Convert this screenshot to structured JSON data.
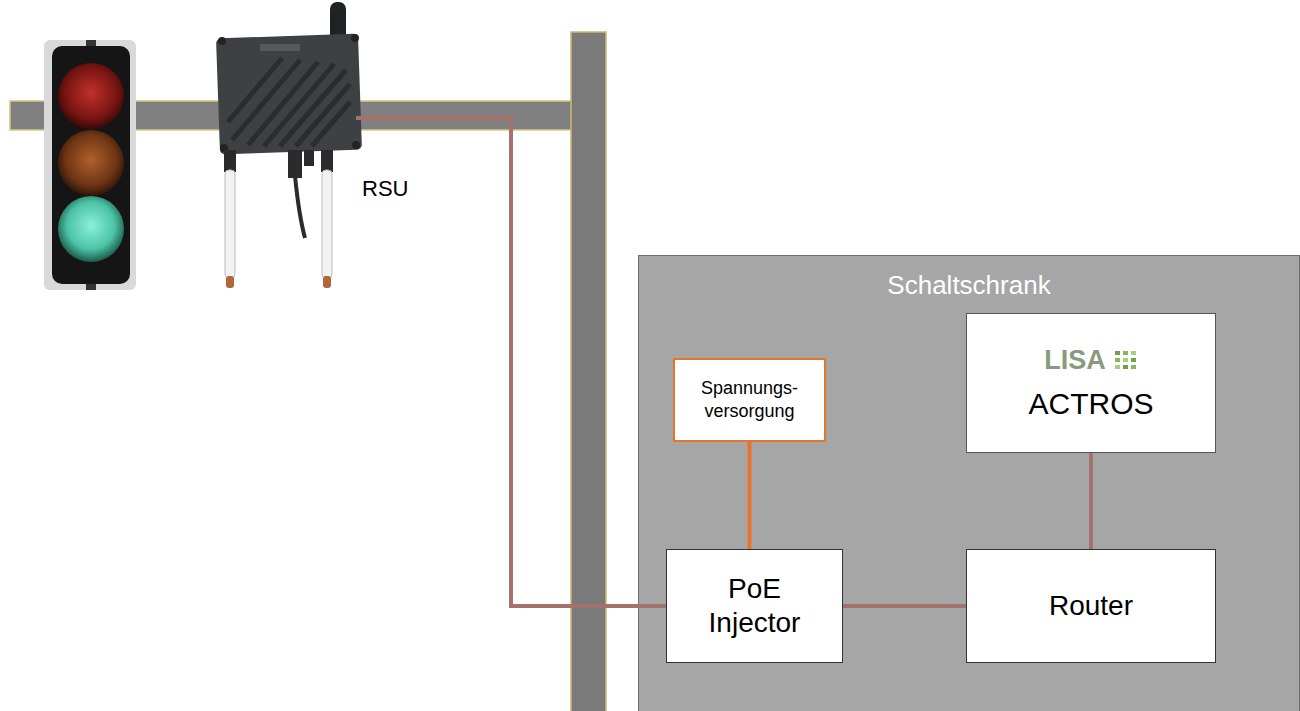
{
  "diagram": {
    "nodes": [
      {
        "text": [
          "Schaltschrank"
        ]
      },
      {
        "text": [
          "Spannungs- versorgung"
        ],
        "in": 0
      },
      {
        "text": [
          "LISA",
          "ACTROS"
        ],
        "in": 0
      },
      {
        "text": [
          "PoE Injector"
        ],
        "in": 0
      },
      {
        "text": [
          "Router"
        ],
        "in": 0
      }
    ],
    "edges": [
      {
        "from": 1,
        "to": 3,
        "arrow": "none"
      },
      {
        "from": 3,
        "to": 4,
        "arrow": "none"
      },
      {
        "from": 2,
        "to": 4,
        "arrow": "none"
      }
    ],
    "labels": [
      "RSU"
    ]
  }
}
